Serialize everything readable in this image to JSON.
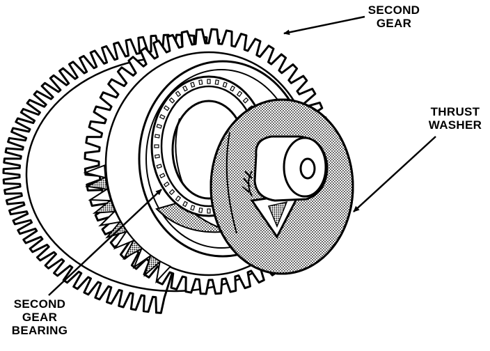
{
  "labels": {
    "second_gear": [
      "SECOND",
      "GEAR"
    ],
    "thrust_washer": [
      "THRUST",
      "WASHER"
    ],
    "second_gear_bearing": [
      "SECOND",
      "GEAR",
      "BEARING"
    ]
  },
  "colors": {
    "ink": "#000000",
    "paper": "#ffffff"
  }
}
